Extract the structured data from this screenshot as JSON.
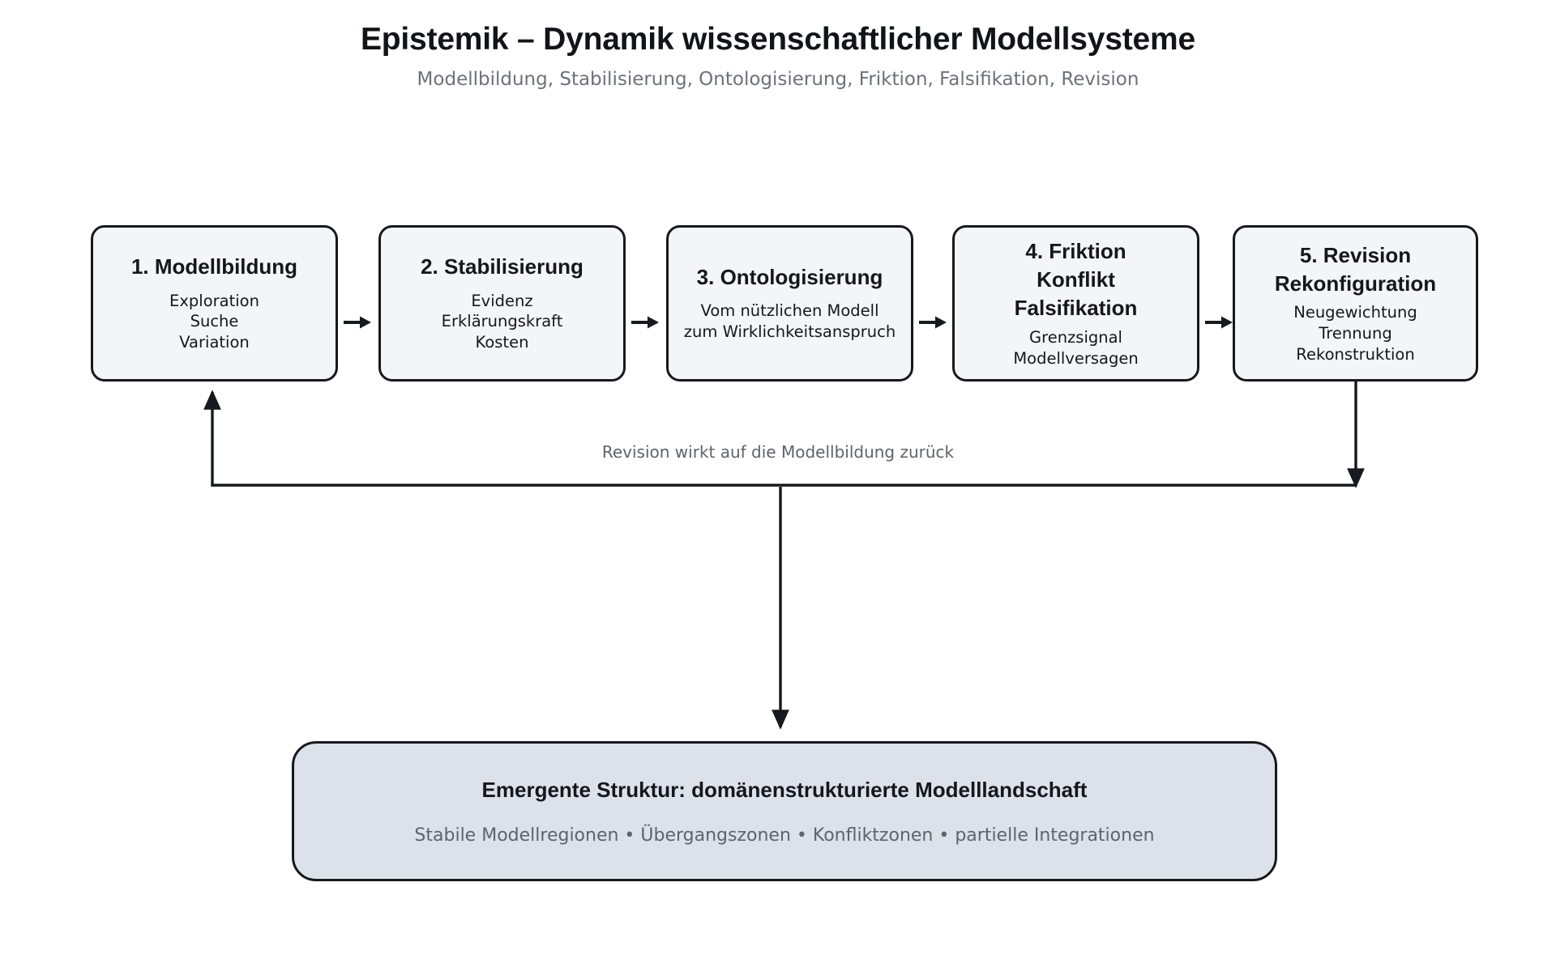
{
  "header": {
    "title": "Epistemik – Dynamik wissenschaftlicher Modellsysteme",
    "subtitle": "Modellbildung, Stabilisierung, Ontologisierung, Friktion, Falsifikation, Revision"
  },
  "stages": [
    {
      "id": "1",
      "title": "1. Modellbildung",
      "body": "Exploration\nSuche\nVariation"
    },
    {
      "id": "2",
      "title": "2. Stabilisierung",
      "body": "Evidenz\nErklärungskraft\nKosten"
    },
    {
      "id": "3",
      "title": "3. Ontologisierung",
      "body": "Vom nützlichen Modell\nzum Wirklichkeitsanspruch"
    },
    {
      "id": "4",
      "title": "4. Friktion\nKonflikt\nFalsifikation",
      "body": "Grenzsignal\nModellversagen"
    },
    {
      "id": "5",
      "title": "5. Revision\nRekonfiguration",
      "body": "Neugewichtung\nTrennung\nRekonstruktion"
    }
  ],
  "connectors": {
    "arrow_icon": "arrow-right-icon",
    "count": 4
  },
  "feedback": {
    "label": "Revision wirkt auf die Modellbildung zurück"
  },
  "emergent": {
    "title": "Emergente Struktur: domänenstrukturierte Modelllandschaft",
    "subtitle": "Stabile Modellregionen • Übergangszonen • Konfliktzonen • partielle Integrationen"
  },
  "colors": {
    "background": "#ffffff",
    "stage_fill": "#f3f5f9",
    "emergent_fill": "#dde1e9",
    "stroke": "#16191d",
    "muted_text": "#6c7279",
    "text": "#14171b"
  }
}
